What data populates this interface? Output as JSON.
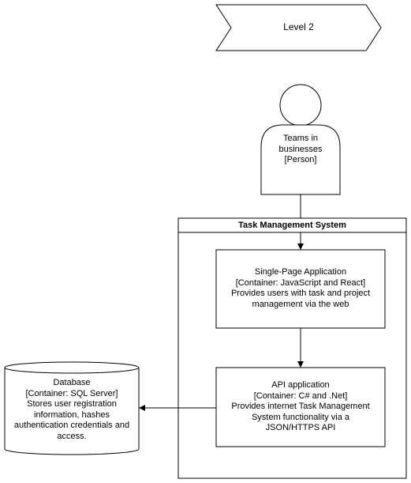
{
  "level_label": "Level 2",
  "person": {
    "name": "Teams in businesses",
    "name_line1": "Teams in",
    "name_line2": "businesses",
    "type": "[Person]"
  },
  "system_boundary": {
    "title": "Task Management System"
  },
  "spa": {
    "name": "Single-Page Application",
    "tech": "[Container: JavaScript and React]",
    "desc_line1": "Provides users with task and project",
    "desc_line2": "management via the web"
  },
  "api": {
    "name": "API application",
    "tech": "[Container: C# and .Net]",
    "desc_line1": "Provides internet Task Management",
    "desc_line2": "System functionality via a",
    "desc_line3": "JSON/HTTPS API"
  },
  "database": {
    "name": "Database",
    "tech": "[Container: SQL Server]",
    "desc_line1": "Stores user registration",
    "desc_line2": "information, hashes",
    "desc_line3": "authentication credentials and",
    "desc_line4": "access."
  }
}
